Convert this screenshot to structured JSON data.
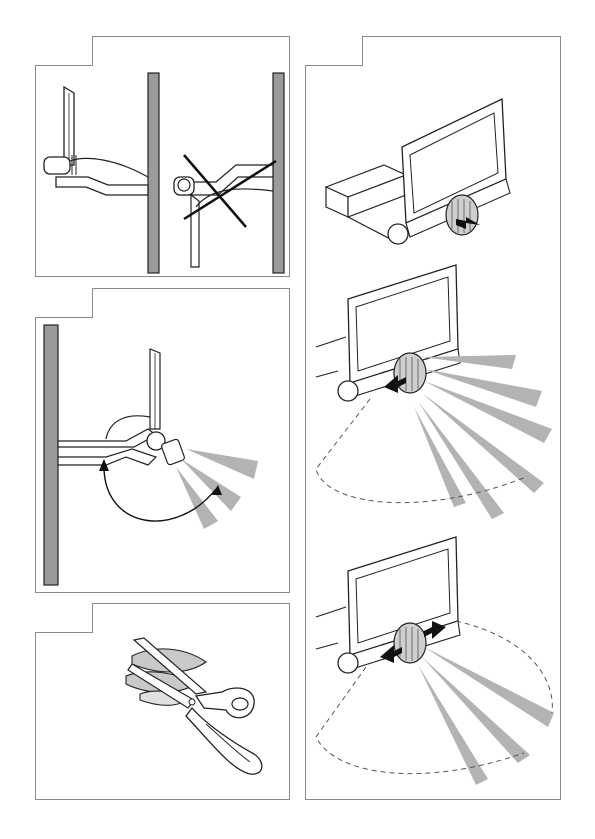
{
  "panels": [
    {
      "id": "panel-1",
      "step_label": ""
    },
    {
      "id": "panel-2",
      "step_label": ""
    },
    {
      "id": "panel-3",
      "step_label": ""
    },
    {
      "id": "panel-4",
      "step_label": ""
    }
  ],
  "colors": {
    "frame": "#8a8a8a",
    "line": "#222222",
    "beam": "#b3b3b3",
    "pole": "#9a9a9a"
  }
}
